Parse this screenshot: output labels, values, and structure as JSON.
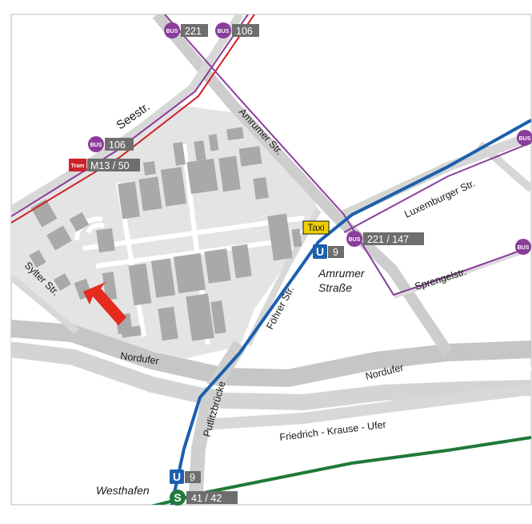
{
  "streets": {
    "seestr": "Seestr.",
    "amrumer_str": "Amrumer Str.",
    "luxemburger_str": "Luxemburger Str.",
    "sprengelstr": "Sprengelstr.",
    "sylter_str": "Sylter Str.",
    "foehrer_str": "Föhrer Str.",
    "nordufer_left": "Nordufer",
    "nordufer_right": "Nordufer",
    "putlitzbruecke": "Putlitzbrücke",
    "friedrich_krause_ufer": "Friedrich - Krause - Ufer"
  },
  "stations": {
    "amrumer_strasse_line1": "Amrumer",
    "amrumer_strasse_line2": "Straße",
    "westhafen": "Westhafen"
  },
  "transit": {
    "bus_badge": "BUS",
    "tram_badge": "Tram",
    "taxi": "Taxi",
    "ubahn_symbol": "U",
    "sbahn_symbol": "S",
    "bus_221": "221",
    "bus_106_top": "106",
    "bus_106_left": "106",
    "tram_m13_50": "M13 / 50",
    "bus_221_147": "221 / 147",
    "u9_amrumer": "9",
    "u9_westhafen": "9",
    "s41_42": "41 / 42"
  },
  "icons": {
    "location_marker": "red-arrow-icon"
  },
  "colors": {
    "bus": "#8a3d9a",
    "tram": "#d0202a",
    "ubahn": "#1c5fae",
    "sbahn": "#1f7a3a",
    "taxi": "#f0d000",
    "chip": "#6e6e6e",
    "building": "#a9a9a9",
    "campus": "#e4e4e4",
    "road": "#c8c8c8",
    "marker": "#e62a1e"
  }
}
